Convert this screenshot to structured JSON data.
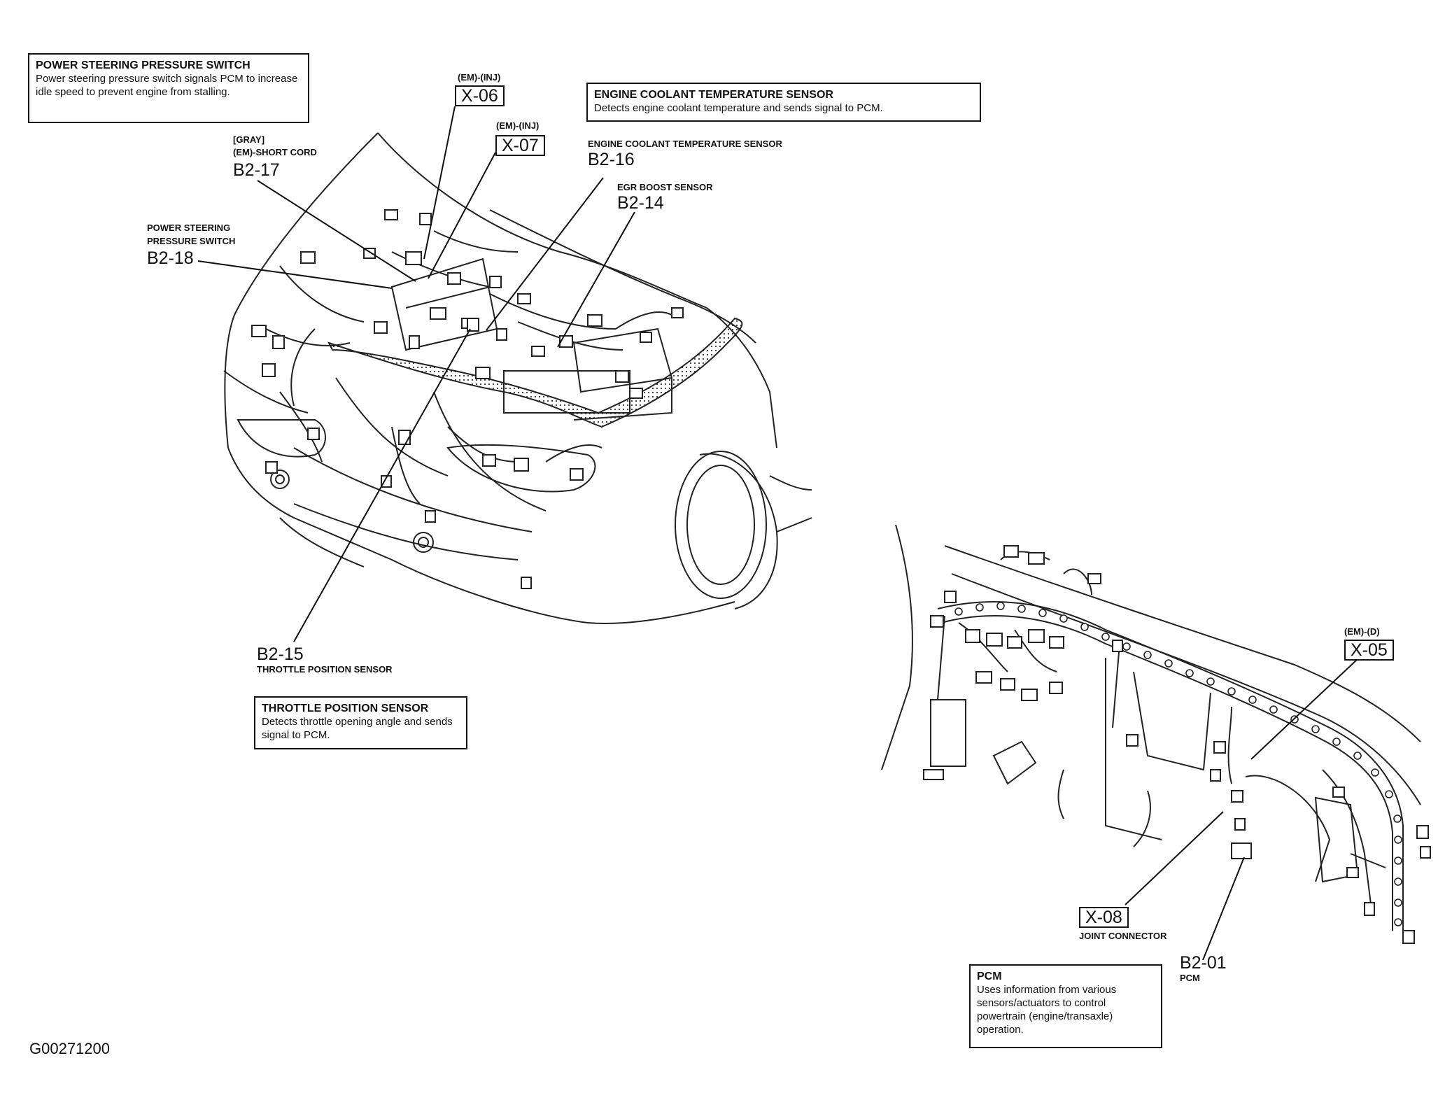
{
  "callouts": {
    "ps_switch": {
      "title": "POWER STEERING PRESSURE SWITCH",
      "desc": "Power steering pressure switch signals PCM to increase idle speed to prevent engine from stalling."
    },
    "ect_sensor": {
      "title": "ENGINE COOLANT TEMPERATURE SENSOR",
      "desc": "Detects engine coolant temperature and sends signal to PCM."
    },
    "tp_sensor": {
      "title": "THROTTLE POSITION SENSOR",
      "desc": "Detects throttle opening angle and sends signal to PCM."
    },
    "pcm": {
      "title": "PCM",
      "desc": "Uses information from various sensors/actuators to control powertrain (engine/transaxle) operation."
    }
  },
  "labels": {
    "x06_harness": "(EM)-(INJ)",
    "x06_code": "X-06",
    "x07_harness": "(EM)-(INJ)",
    "x07_code": "X-07",
    "b217_color": "[GRAY]",
    "b217_desc": "(EM)-SHORT CORD",
    "b217_code": "B2-17",
    "b218_desc1": "POWER STEERING",
    "b218_desc2": "PRESSURE SWITCH",
    "b218_code": "B2-18",
    "b216_desc": "ENGINE COOLANT TEMPERATURE SENSOR",
    "b216_code": "B2-16",
    "b214_desc": "EGR BOOST SENSOR",
    "b214_code": "B2-14",
    "b215_code": "B2-15",
    "b215_desc": "THROTTLE POSITION SENSOR",
    "x05_harness": "(EM)-(D)",
    "x05_code": "X-05",
    "x08_code": "X-08",
    "x08_desc": "JOINT CONNECTOR",
    "b201_code": "B2-01",
    "b201_desc": "PCM"
  },
  "figure_id": "G00271200"
}
